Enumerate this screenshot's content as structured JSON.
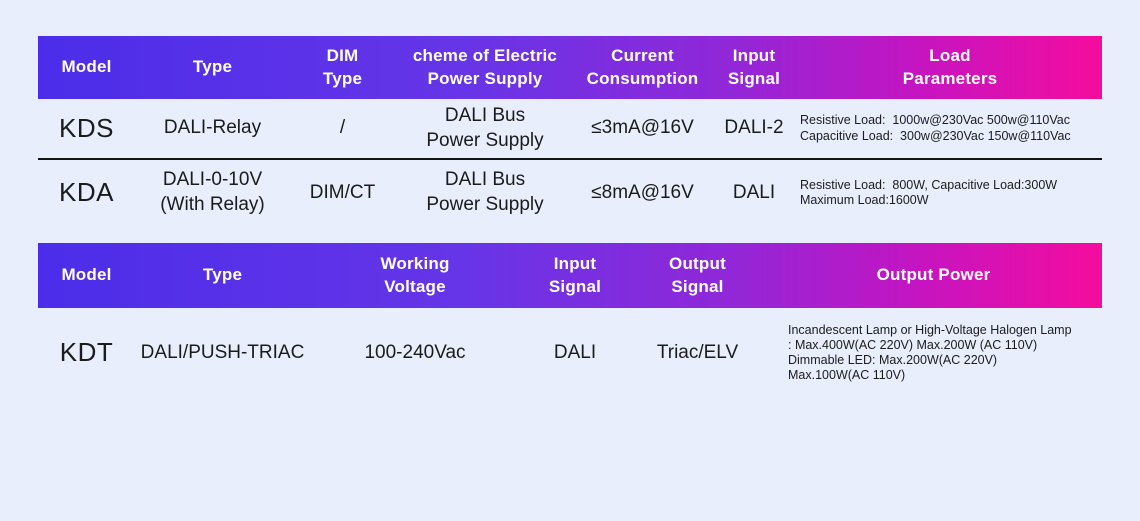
{
  "theme": {
    "page_background": "#e9eefc",
    "gradient_start": "#4b2de9",
    "gradient_mid1": "#6635e7",
    "gradient_mid2": "#9127d8",
    "gradient_mid3": "#c315c2",
    "gradient_end": "#f50c9e",
    "header_text_color": "#ffffff",
    "body_text_color": "#1b1b1b",
    "divider_color": "#141414"
  },
  "table1": {
    "headers": [
      "Model",
      "Type",
      "DIM\nType",
      "cheme of Electric\nPower Supply",
      "Current\nConsumption",
      "Input\nSignal",
      "Load\nParameters"
    ],
    "rows": [
      {
        "model": "KDS",
        "type": "DALI-Relay",
        "dim_type": "/",
        "power_supply": "DALI Bus\nPower Supply",
        "current_consumption": "≤3mA@16V",
        "input_signal": "DALI-2",
        "load_parameters": "Resistive Load:  1000w@230Vac 500w@110Vac\nCapacitive Load:  300w@230Vac 150w@110Vac"
      },
      {
        "model": "KDA",
        "type": "DALI-0-10V\n(With Relay)",
        "dim_type": "DIM/CT",
        "power_supply": "DALI Bus\nPower Supply",
        "current_consumption": "≤8mA@16V",
        "input_signal": "DALI",
        "load_parameters": "Resistive Load:  800W, Capacitive Load:300W\nMaximum Load:1600W"
      }
    ]
  },
  "table2": {
    "headers": [
      "Model",
      "Type",
      "Working\nVoltage",
      "Input\nSignal",
      "Output\nSignal",
      "Output Power"
    ],
    "rows": [
      {
        "model": "KDT",
        "type": "DALI/PUSH-TRIAC",
        "working_voltage": "100-240Vac",
        "input_signal": "DALI",
        "output_signal": "Triac/ELV",
        "output_power": "Incandescent Lamp or High-Voltage Halogen Lamp\n: Max.400W(AC 220V) Max.200W (AC 110V)\nDimmable LED: Max.200W(AC 220V)\nMax.100W(AC 110V)"
      }
    ]
  }
}
